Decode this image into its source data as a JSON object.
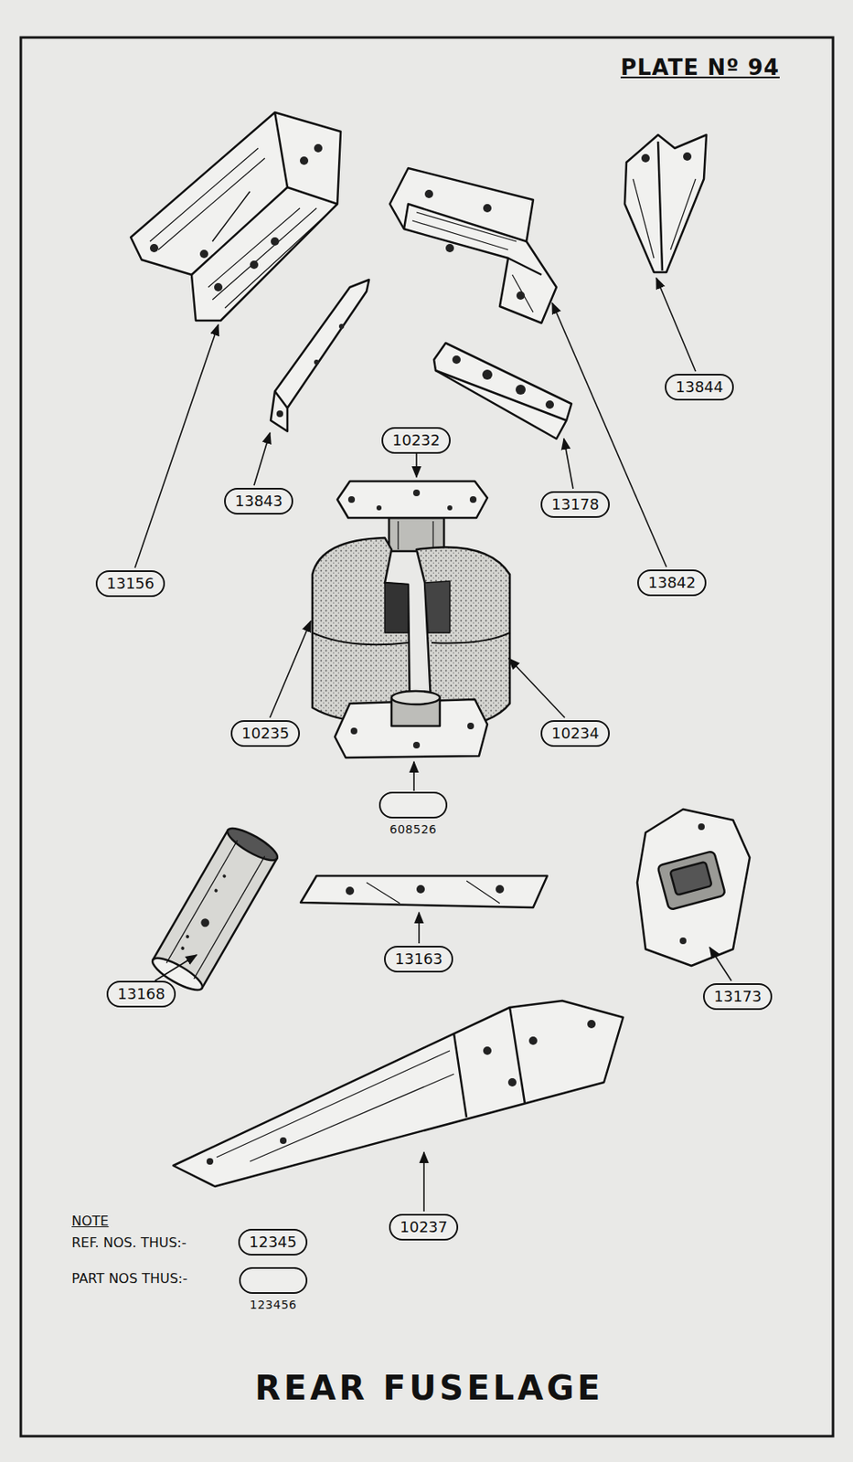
{
  "diagram": {
    "title": "REAR FUSELAGE",
    "nodes": [
      {
        "text": [
          "13844"
        ]
      },
      {
        "text": [
          "10232"
        ]
      },
      {
        "text": [
          "13843"
        ]
      },
      {
        "text": [
          "13178"
        ]
      },
      {
        "text": [
          "13156"
        ]
      },
      {
        "text": [
          "13842"
        ]
      },
      {
        "text": [
          "10235"
        ]
      },
      {
        "text": [
          "10234"
        ]
      },
      {
        "text": [
          "608526"
        ]
      },
      {
        "text": [
          "13168"
        ]
      },
      {
        "text": [
          "13163"
        ]
      },
      {
        "text": [
          "13173"
        ]
      },
      {
        "text": [
          "10237"
        ]
      },
      {
        "text": [
          "12345"
        ]
      },
      {
        "text": [
          "123456"
        ]
      }
    ],
    "labels": [
      "PLATE Nº 94",
      "NOTE",
      "REF. NOS. THUS:-",
      "PART NOS THUS:-"
    ]
  }
}
